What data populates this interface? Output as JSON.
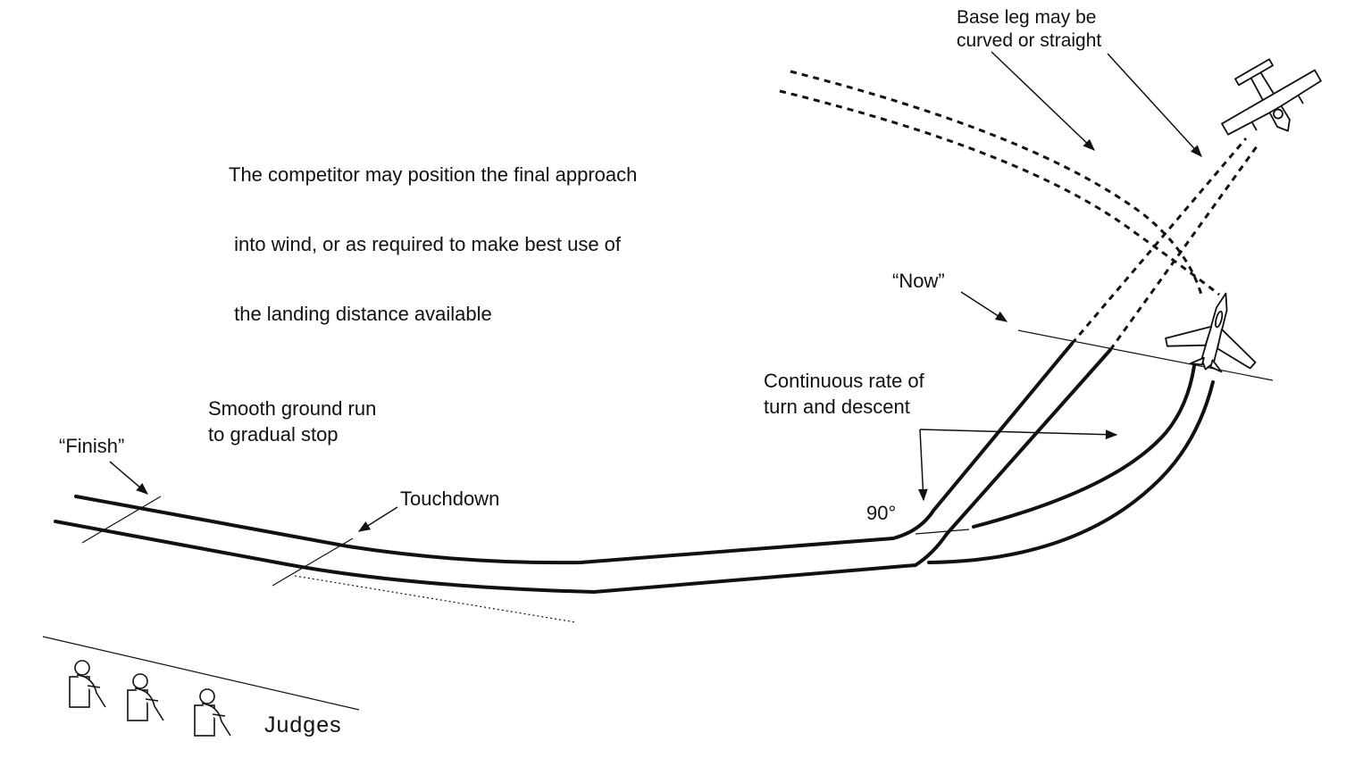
{
  "labels": {
    "base_leg": [
      "Base leg may be",
      "curved or straight"
    ],
    "competitor_note": [
      "The competitor may position the final approach",
      " into wind, or as required to make best use of",
      " the landing distance available"
    ],
    "now": "“Now”",
    "continuous": [
      "Continuous rate of",
      "turn and descent"
    ],
    "smooth": [
      "Smooth ground run",
      "to gradual stop"
    ],
    "finish": "“Finish”",
    "touchdown": "Touchdown",
    "angle": "90°",
    "judges": "Judges"
  },
  "colors": {
    "ink": "#111111",
    "background": "#ffffff"
  },
  "icons": [
    "airplane-icon",
    "fighter-jet-icon",
    "judge-figure-icon"
  ]
}
